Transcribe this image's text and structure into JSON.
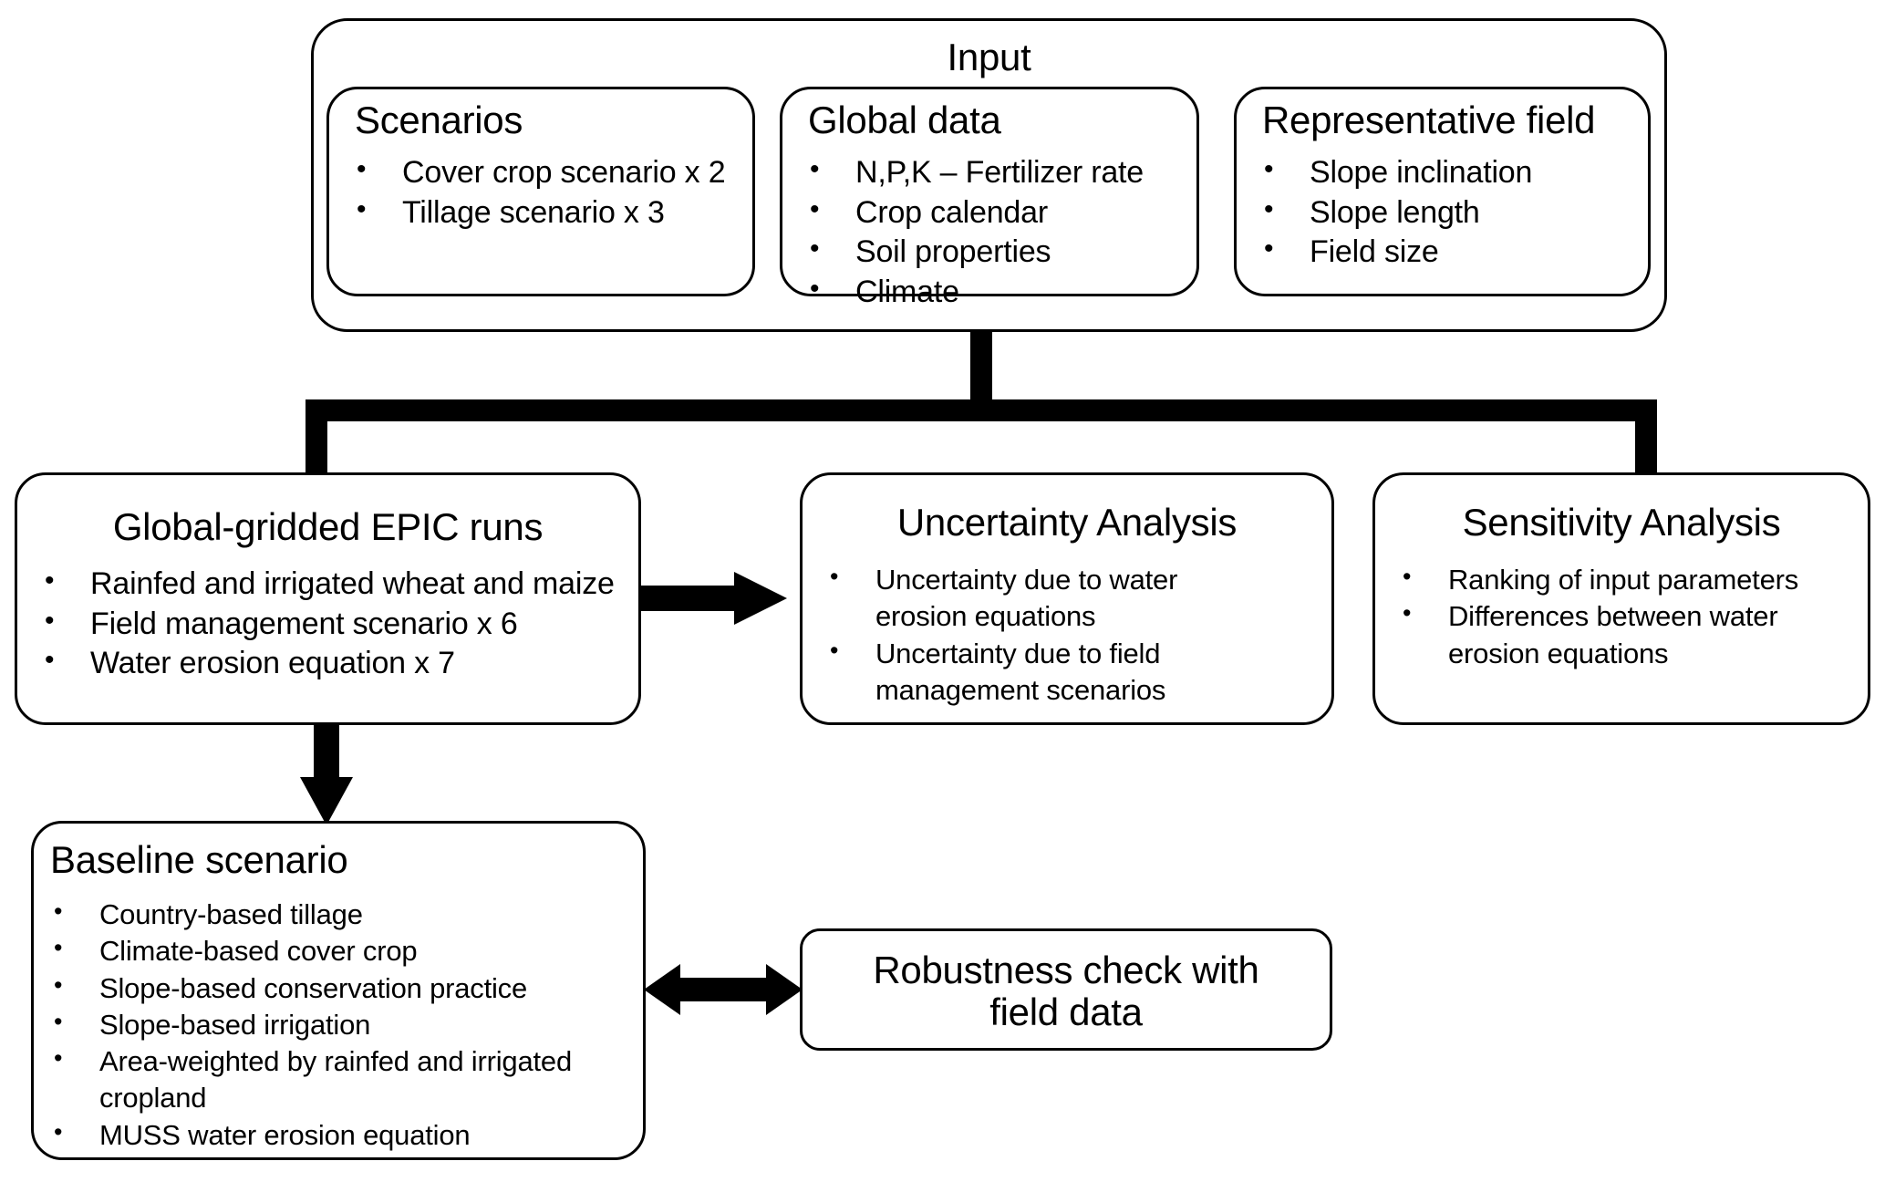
{
  "diagram": {
    "title": "EPIC global-gridded water erosion modelling workflow",
    "line_color": "#000000",
    "box_fill": "#ffffff"
  },
  "input": {
    "title": "Input",
    "scenarios": {
      "title": "Scenarios",
      "items": [
        "Cover crop scenario x 2",
        "Tillage scenario x 3"
      ]
    },
    "global_data": {
      "title": "Global data",
      "items": [
        "N,P,K – Fertilizer rate",
        "Crop calendar",
        "Soil properties",
        "Climate"
      ]
    },
    "representative_field": {
      "title": "Representative field",
      "items": [
        "Slope inclination",
        "Slope length",
        "Field size"
      ]
    }
  },
  "epic_runs": {
    "title": "Global-gridded EPIC runs",
    "items": [
      "Rainfed and irrigated wheat and maize",
      "Field management scenario x 6",
      "Water erosion equation x 7"
    ]
  },
  "uncertainty": {
    "title": "Uncertainty Analysis",
    "items": [
      "Uncertainty due to water erosion equations",
      "Uncertainty due to field management scenarios"
    ]
  },
  "sensitivity": {
    "title": "Sensitivity Analysis",
    "items": [
      "Ranking of input parameters",
      "Differences between water erosion equations"
    ]
  },
  "baseline": {
    "title": "Baseline scenario",
    "items": [
      "Country-based tillage",
      "Climate-based cover crop",
      "Slope-based conservation practice",
      "Slope-based irrigation",
      "Area-weighted by rainfed and irrigated cropland",
      "MUSS water erosion equation"
    ]
  },
  "robustness": {
    "title": "Robustness check with field data"
  },
  "connectors": [
    {
      "name": "input-to-branch-trunk",
      "kind": "line"
    },
    {
      "name": "branch-bus",
      "kind": "line"
    },
    {
      "name": "branch-to-epic-runs",
      "kind": "arrow-down"
    },
    {
      "name": "branch-to-sensitivity",
      "kind": "arrow-down"
    },
    {
      "name": "epic-runs-to-uncertainty",
      "kind": "arrow-right"
    },
    {
      "name": "epic-runs-to-baseline",
      "kind": "arrow-down"
    },
    {
      "name": "baseline-to-robustness",
      "kind": "arrow-double-horizontal"
    }
  ]
}
